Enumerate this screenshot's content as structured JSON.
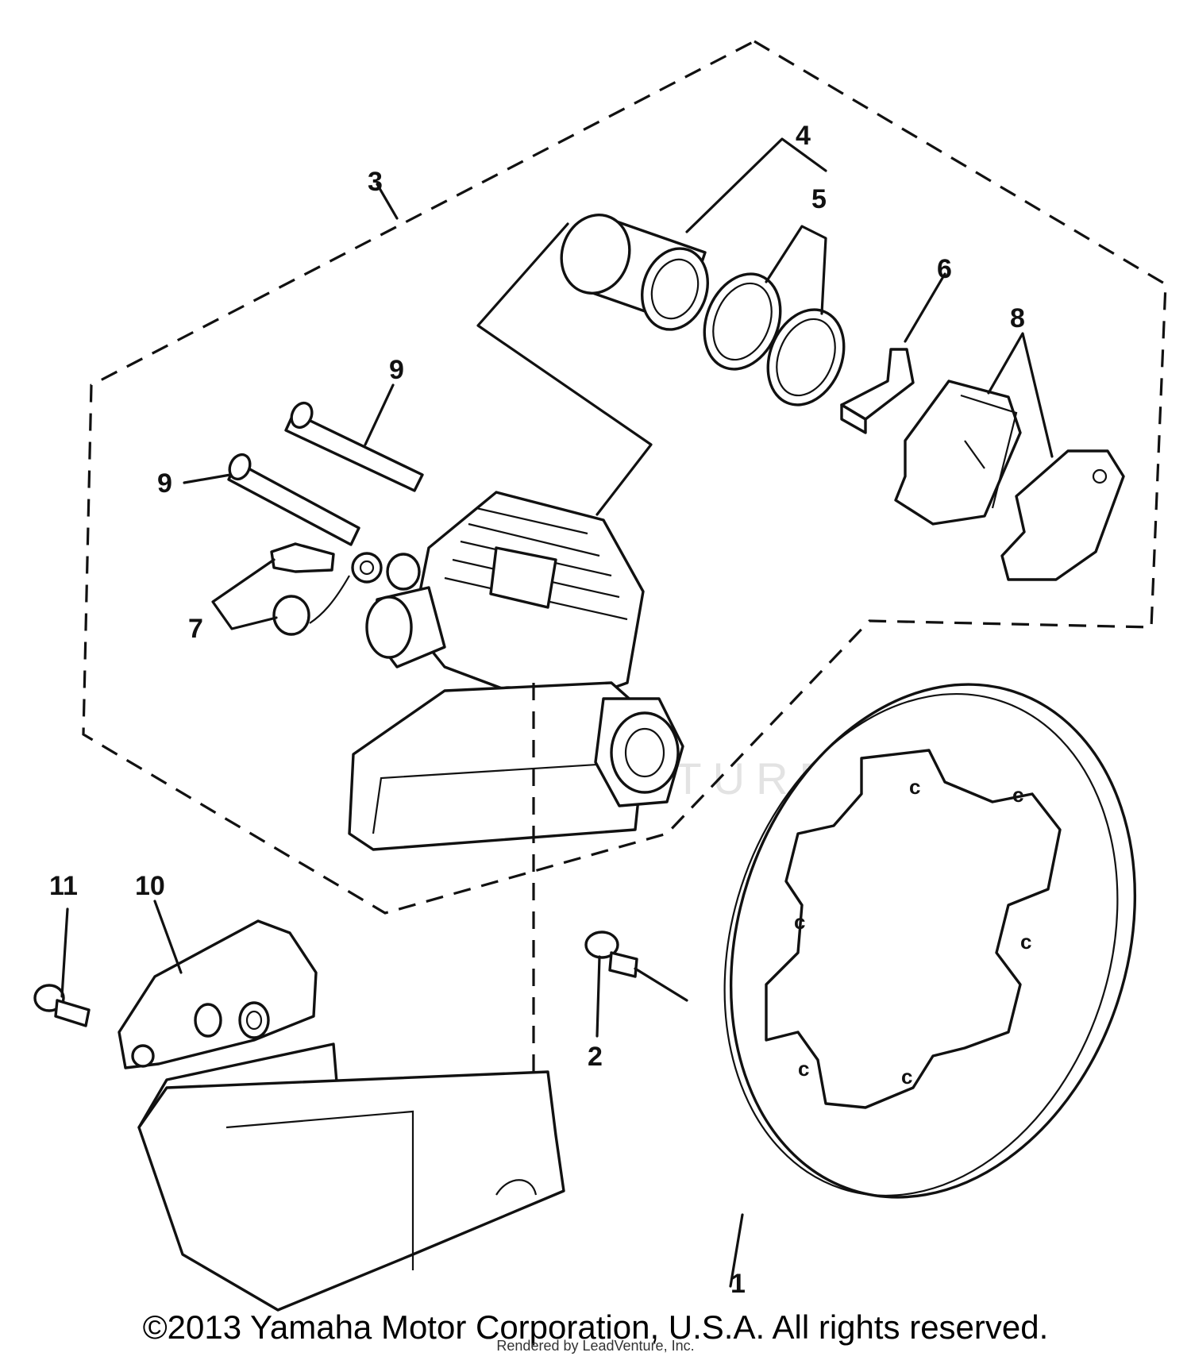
{
  "diagram": {
    "callouts": {
      "c1": "1",
      "c2": "2",
      "c3": "3",
      "c4": "4",
      "c5": "5",
      "c6": "6",
      "c7": "7",
      "c8": "8",
      "c9a": "9",
      "c9b": "9",
      "c10": "10",
      "c11": "11"
    },
    "watermark": "LEADVENTURE"
  },
  "footer": {
    "copyright": "©2013 Yamaha Motor Corporation, U.S.A. All rights reserved.",
    "rendered_by": "Rendered by LeadVenture, Inc."
  }
}
